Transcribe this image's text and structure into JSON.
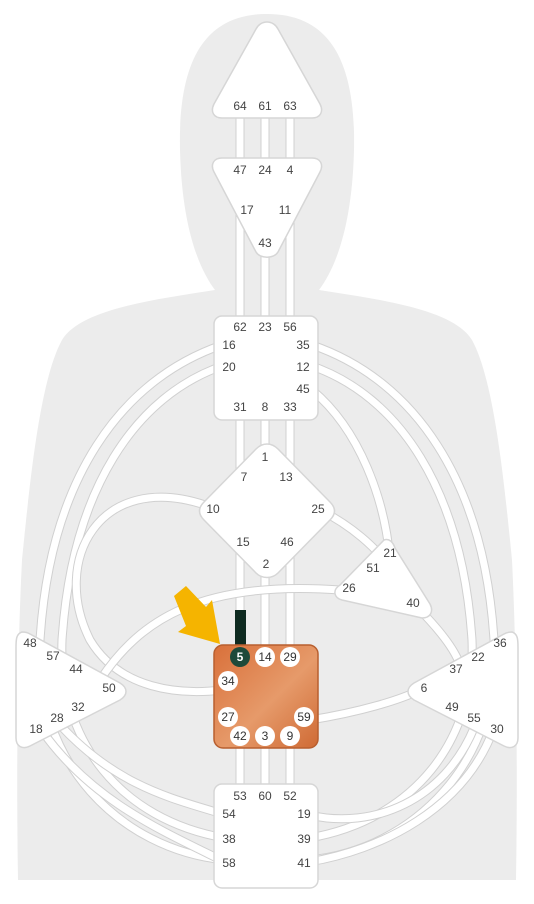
{
  "colors": {
    "silhouette": "#ececec",
    "center_default": "#ffffff",
    "center_defined": "#e0834a",
    "active_gate": "#1e4a3a",
    "highlight_bar": "#0e2a20",
    "arrow": "#f5b400"
  },
  "centers": [
    {
      "id": "head",
      "gates": [
        "64",
        "61",
        "63"
      ]
    },
    {
      "id": "ajna",
      "gates": [
        "47",
        "24",
        "4",
        "17",
        "11",
        "43"
      ]
    },
    {
      "id": "throat",
      "gates": [
        "62",
        "23",
        "56",
        "16",
        "35",
        "20",
        "12",
        "45",
        "31",
        "8",
        "33"
      ]
    },
    {
      "id": "g",
      "gates": [
        "1",
        "7",
        "13",
        "10",
        "25",
        "15",
        "46",
        "2"
      ]
    },
    {
      "id": "heart",
      "gates": [
        "21",
        "51",
        "26",
        "40"
      ]
    },
    {
      "id": "spleen",
      "gates": [
        "48",
        "57",
        "44",
        "50",
        "32",
        "28",
        "18"
      ]
    },
    {
      "id": "sacral",
      "gates": [
        "5",
        "14",
        "29",
        "34",
        "27",
        "59",
        "42",
        "3",
        "9"
      ],
      "defined": true
    },
    {
      "id": "solar-plexus",
      "gates": [
        "36",
        "22",
        "37",
        "6",
        "49",
        "55",
        "30"
      ]
    },
    {
      "id": "root",
      "gates": [
        "53",
        "60",
        "52",
        "54",
        "19",
        "38",
        "39",
        "58",
        "41"
      ]
    }
  ],
  "active_gates": [
    "5"
  ],
  "highlight_icon": "arrow-pointer-icon"
}
